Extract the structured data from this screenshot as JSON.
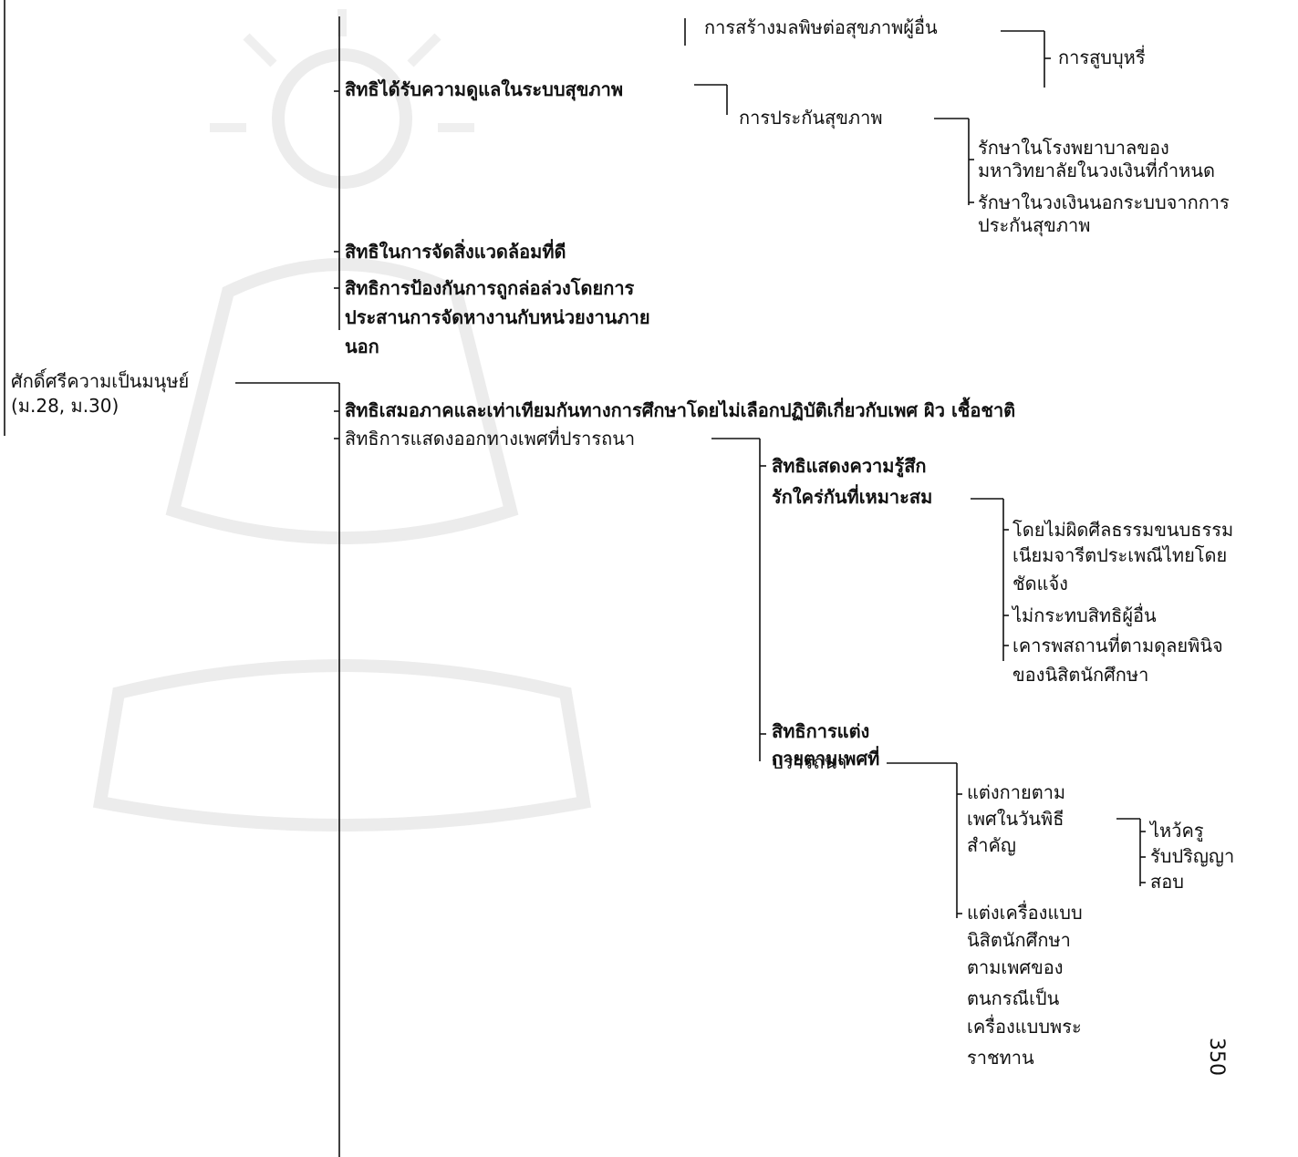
{
  "diagram": {
    "root": {
      "label": "ศักดิ์ศรีความเป็นมนุษย์",
      "ref": "(ม.28, ม.30)"
    },
    "branch_1": {
      "health_care": "สิทธิได้รับความดูแลในระบบสุขภาพ",
      "pollution": "การสร้างมลพิษต่อสุขภาพผู้อื่น",
      "smoking": "การสูบบุหรี่",
      "insurance": "การประกันสุขภาพ",
      "insurance_items": [
        "รักษาในโรงพยาบาลของ",
        "มหาวิทยาลัยในวงเงินที่กำหนด",
        "รักษาในวงเงินนอกระบบจากการ",
        "ประกันสุขภาพ"
      ],
      "environment": "สิทธิในการจัดสิ่งแวดล้อมที่ดี",
      "harassment_lines": [
        "สิทธิการป้องกันการถูกล่อล่วงโดยการ",
        "ประสานการจัดหางานกับหน่วยงานภาย",
        "นอก"
      ]
    },
    "branch_2": {
      "equality": "สิทธิเสมอภาคและเท่าเทียมกันทางการศึกษาโดยไม่เลือกปฏิบัติเกี่ยวกับเพศ ผิว เชื้อชาติ",
      "gender_expression": "สิทธิการแสดงออกทางเพศที่ปรารถนา",
      "feelings_lines": [
        "สิทธิแสดงความรู้สึก",
        "รักใคร่กันที่เหมาะสม"
      ],
      "feelings_conditions": [
        "โดยไม่ผิดศีลธรรมขนบธรรม",
        "เนียมจารีตประเพณีไทยโดย",
        "ชัดแจ้ง",
        "ไม่กระทบสิทธิผู้อื่น",
        "เคารพสถานที่ตามดุลยพินิจ",
        "ของนิสิตนักศึกษา"
      ],
      "dress_lines": [
        "สิทธิการแต่ง",
        "กายตามเพศที่",
        "ปรารถนา"
      ],
      "ceremony_lines": [
        "แต่งกายตาม",
        "เพศในวันพิธี",
        "สำคัญ"
      ],
      "ceremonies": [
        "ไหว้ครู",
        "รับปริญญา",
        "สอบ"
      ],
      "uniform_lines": [
        "แต่งเครื่องแบบ",
        "นิสิตนักศึกษา",
        "ตามเพศของ",
        "ตนกรณีเป็น",
        "เครื่องแบบพระ",
        "ราชทาน"
      ]
    }
  },
  "page_number": "350"
}
